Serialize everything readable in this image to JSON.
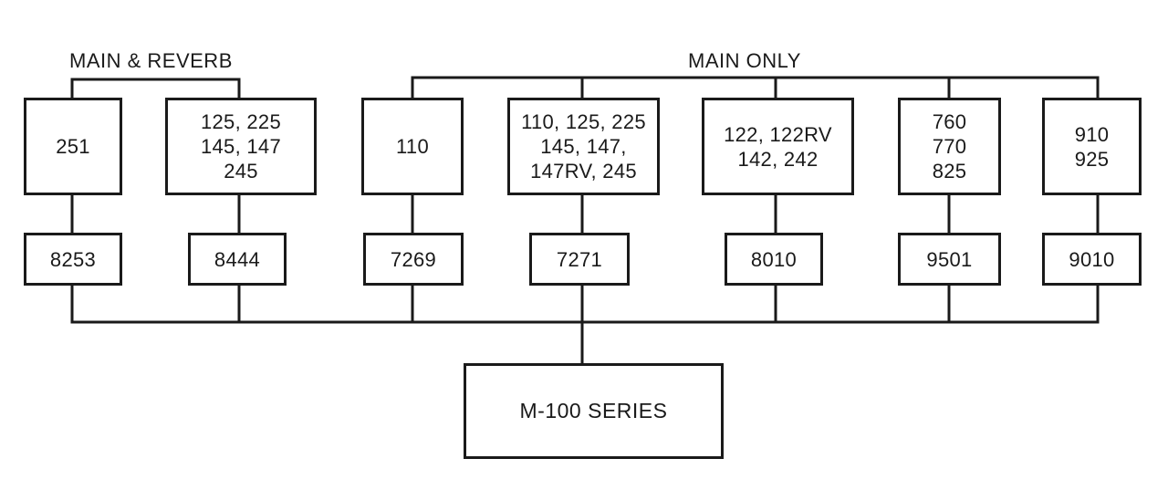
{
  "groups": {
    "main_reverb": {
      "label": "MAIN & REVERB"
    },
    "main_only": {
      "label": "MAIN ONLY"
    }
  },
  "models": [
    {
      "lines": [
        "251"
      ],
      "connector": "8253"
    },
    {
      "lines": [
        "125, 225",
        "145, 147",
        "245"
      ],
      "connector": "8444"
    },
    {
      "lines": [
        "110"
      ],
      "connector": "7269"
    },
    {
      "lines": [
        "110, 125, 225",
        "145, 147,",
        "147RV, 245"
      ],
      "connector": "7271"
    },
    {
      "lines": [
        "122, 122RV",
        "142, 242"
      ],
      "connector": "8010"
    },
    {
      "lines": [
        "760",
        "770",
        "825"
      ],
      "connector": "9501"
    },
    {
      "lines": [
        "910",
        "925"
      ],
      "connector": "9010"
    }
  ],
  "root": {
    "label": "M-100 SERIES"
  },
  "colors": {
    "line": "#1a1a1a",
    "background": "#ffffff"
  }
}
